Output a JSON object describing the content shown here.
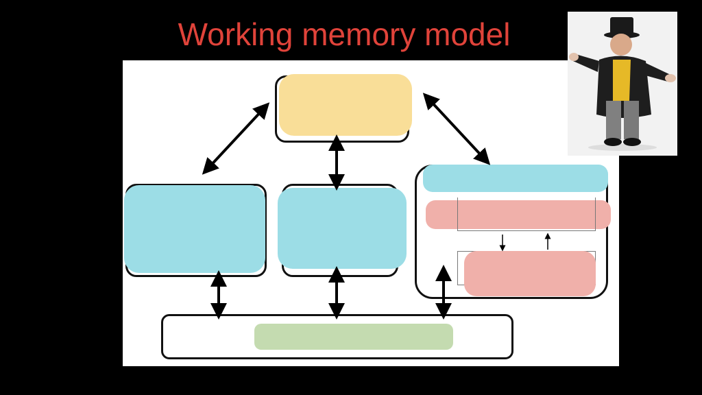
{
  "slide": {
    "title": "Working memory model"
  },
  "diagram": {
    "components": [
      {
        "id": "central-executive",
        "label": "",
        "color": "#f9de98"
      },
      {
        "id": "visuospatial-sketchpad",
        "label": "",
        "color": "#9cdde6"
      },
      {
        "id": "phonological-loop",
        "label": "",
        "color": "#9cdde6"
      },
      {
        "id": "auditory-store-header",
        "label": "",
        "color": "#9cdde6"
      },
      {
        "id": "articulatory-process",
        "label": "",
        "color": "#f0b0aa"
      },
      {
        "id": "phonological-store",
        "label": "",
        "color": "#f0b0aa"
      },
      {
        "id": "long-term-memory",
        "label": "",
        "color": "#c4dbb0"
      }
    ]
  },
  "illustration": {
    "description": "man-in-top-hat-character"
  }
}
